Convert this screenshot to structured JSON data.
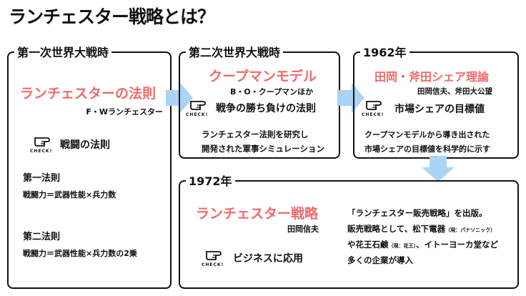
{
  "title": "ランチェスター戦略とは？",
  "box1": {
    "label": "第一次世界大戦時",
    "headline": "ランチェスターの法則",
    "author": "F・Wランチェスター",
    "check_text": "CHECK!",
    "check_label": "戦闘の法則",
    "law1_title": "第一法則",
    "law1_formula": "戦闘力＝武器性能×兵力数",
    "law2_title": "第二法則",
    "law2_formula": "戦闘力＝武器性能×兵力数の2乗"
  },
  "box2": {
    "label": "第二次世界大戦時",
    "headline": "クープマンモデル",
    "author": "B・O・クープマンほか",
    "check_text": "CHECK!",
    "check_label": "戦争の勝ち負けの法則",
    "desc_line1": "ランチェスター法則を研究し",
    "desc_line2": "開発された軍事シミュレーション"
  },
  "box3": {
    "label": "1962年",
    "headline": "田岡・斧田シェア理論",
    "author": "田岡信夫、斧田大公望",
    "check_text": "CHECK!",
    "check_label": "市場シェアの目標値",
    "desc_line1": "クープマンモデルから導き出された",
    "desc_line2": "市場シェアの目標値を科学的に示す"
  },
  "box4": {
    "label": "1972年",
    "headline": "ランチェスター戦略",
    "author": "田岡信夫",
    "check_text": "CHECK!",
    "check_label": "ビジネスに応用",
    "desc_line1": "「ランチェスター販売戦略」を出版。",
    "desc_line2a": "販売戦略として、松下電器",
    "desc_note1": "（現：パナソニック）",
    "desc_line3a": "や花王石鹸",
    "desc_note2": "（現：花王）",
    "desc_line3b": "、イトーヨーカ堂など",
    "desc_line4": "多くの企業が導入"
  },
  "colors": {
    "accent_red": "#f06a6a",
    "arrow_blue": "#a9d4f5"
  },
  "icons": [
    "pointing-hand-icon",
    "arrow-right-icon",
    "arrow-down-icon"
  ]
}
